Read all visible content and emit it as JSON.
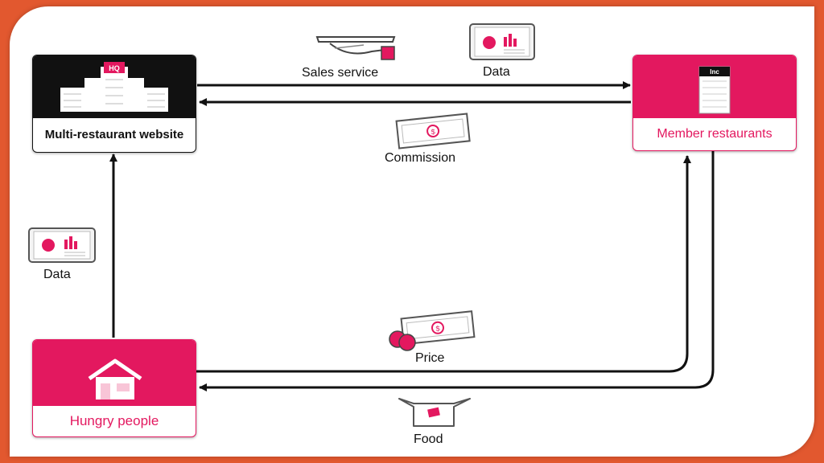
{
  "nodes": {
    "hq": {
      "badge": "HQ",
      "label": "Multi-restaurant website"
    },
    "member": {
      "badge": "Inc",
      "label": "Member restaurants"
    },
    "hungry": {
      "label": "Hungry people"
    }
  },
  "flows": {
    "sales_service": "Sales service",
    "data_top": "Data",
    "commission": "Commission",
    "data_left": "Data",
    "price": "Price",
    "food": "Food"
  },
  "icons": {
    "sales_service": "hand-holding-tray-icon",
    "data": "chart-report-icon",
    "commission": "banknote-icon",
    "price": "banknote-coins-icon",
    "food": "food-box-icon",
    "hq": "hq-building-icon",
    "member": "restaurant-building-icon",
    "hungry": "house-icon"
  },
  "colors": {
    "accent": "#e3185f",
    "frame": "#e2582f",
    "dark": "#111111"
  }
}
